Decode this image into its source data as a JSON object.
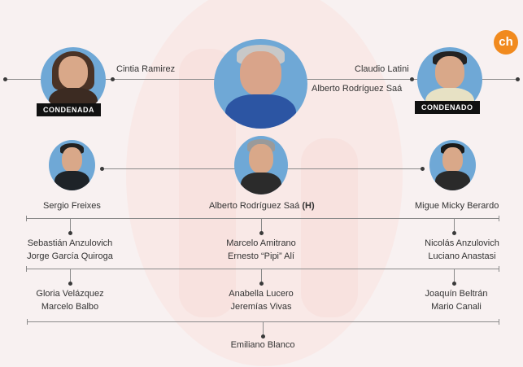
{
  "logo": {
    "text": "ch",
    "color": "#f18a1e"
  },
  "top_row": {
    "left": {
      "name": "Cintia Ramirez",
      "badge": "CONDENADA"
    },
    "center": {
      "name": "Alberto Rodríguez Saá"
    },
    "right": {
      "name": "Claudio Latini",
      "badge": "CONDENADO"
    }
  },
  "second_row": {
    "left": {
      "name": "Sergio Freixes"
    },
    "center": {
      "name": "Alberto Rodríguez Saá",
      "suffix": "(H)"
    },
    "right": {
      "name": "Migue Micky Berardo"
    }
  },
  "tier1": {
    "left": [
      "Sebastián Anzulovich",
      "Jorge García Quiroga"
    ],
    "center": [
      "Marcelo Amitrano",
      "Ernesto “Pipi” Alí"
    ],
    "right": [
      "Nicolás Anzulovich",
      "Luciano Anastasi"
    ]
  },
  "tier2": {
    "left": [
      "Gloria Velázquez",
      "Marcelo Balbo"
    ],
    "center": [
      "Anabella Lucero",
      "Jeremías Vivas"
    ],
    "right": [
      "Joaquín Beltrán",
      "Mario Canali"
    ]
  },
  "tier3": {
    "center": [
      "Emiliano Blanco"
    ]
  },
  "colors": {
    "avatar_bg": "#6fa8d6",
    "badge_bg": "#111111",
    "line": "#8a8a8a",
    "background": "#f8f1f1"
  }
}
